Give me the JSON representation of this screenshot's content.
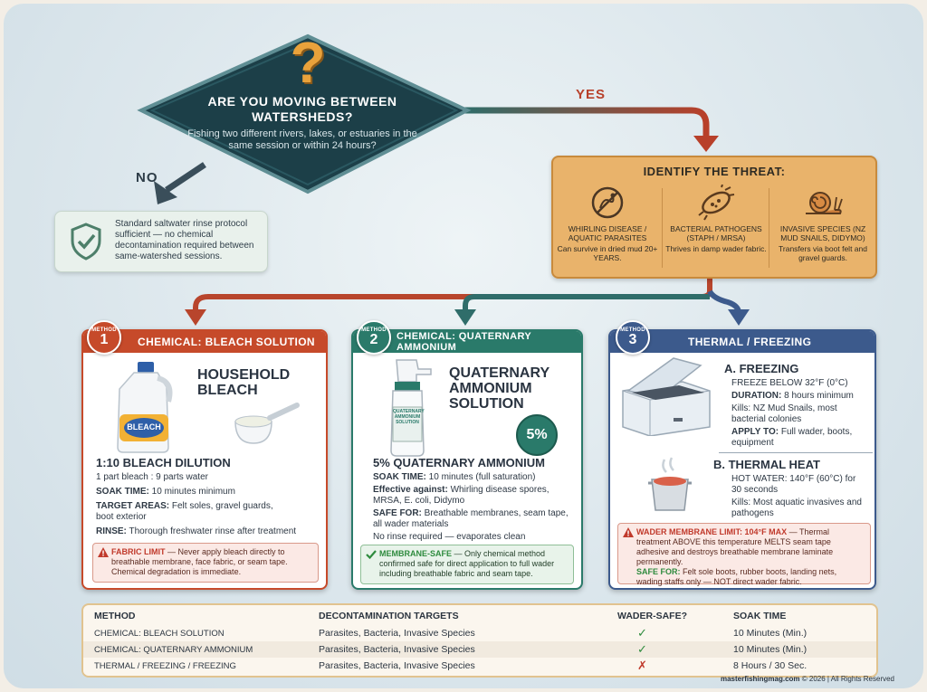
{
  "decision": {
    "symbol": "?",
    "title": "ARE YOU MOVING BETWEEN WATERSHEDS?",
    "subtitle": "Fishing two different rivers, lakes, or estuaries in the same session or within 24 hours?",
    "yes_label": "YES",
    "no_label": "NO"
  },
  "no_result": {
    "icon": "shield-check-icon",
    "text": "Standard saltwater rinse protocol sufficient — no chemical decontamination required between same-watershed sessions."
  },
  "threat": {
    "title": "IDENTIFY THE THREAT:",
    "items": [
      {
        "icon": "no-parasite-icon",
        "name": "WHIRLING DISEASE / AQUATIC PARASITES",
        "desc": "Can survive in dried mud 20+ YEARS."
      },
      {
        "icon": "bacteria-icon",
        "name": "BACTERIAL PATHOGENS (STAPH / MRSA)",
        "desc": "Thrives in damp wader fabric."
      },
      {
        "icon": "snail-icon",
        "name": "INVASIVE SPECIES (NZ MUD SNAILS, DIDYMO)",
        "desc": "Transfers via boot felt and gravel guards."
      }
    ]
  },
  "methods": [
    {
      "badge_label": "METHOD",
      "number": "1",
      "header": "CHEMICAL: BLEACH SOLUTION",
      "color": "#c64a2a",
      "product": "HOUSEHOLD BLEACH",
      "bottle_label": "BLEACH",
      "dilution_title": "1:10 BLEACH DILUTION",
      "ratio": "1 part bleach : 9 parts water",
      "soak_key": "SOAK TIME:",
      "soak_val": "10 minutes minimum",
      "target_key": "TARGET AREAS:",
      "target_val": "Felt soles, gravel guards, boot exterior",
      "rinse_key": "RINSE:",
      "rinse_val": "Thorough freshwater rinse after treatment",
      "warn_key": "FABRIC LIMIT",
      "warn_text": " — Never apply bleach directly to breathable membrane, face fabric, or seam tape. Chemical degradation is immediate."
    },
    {
      "badge_label": "METHOD",
      "number": "2",
      "header": "CHEMICAL: QUATERNARY AMMONIUM",
      "color": "#2a7a6a",
      "product": "QUATERNARY AMMONIUM SOLUTION",
      "bottle_label": "QUATERNARY AMMONIUM SOLUTION",
      "percent": "5%",
      "dilution_title": "5% QUATERNARY AMMONIUM",
      "soak_key": "SOAK TIME:",
      "soak_val": "10 minutes (full saturation)",
      "effective_key": "Effective against:",
      "effective_val": "Whirling disease spores, MRSA, E. coli, Didymo",
      "safe_key": "SAFE FOR:",
      "safe_val": "Breathable membranes, seam tape, all wader materials",
      "norinse": "No rinse required — evaporates clean",
      "ok_key": "MEMBRANE-SAFE",
      "ok_text": " — Only chemical method confirmed safe for direct application to full wader including breathable fabric and seam tape."
    },
    {
      "badge_label": "METHOD",
      "number": "3",
      "header": "THERMAL / FREEZING",
      "color": "#3c5a8c",
      "a_title": "A. FREEZING",
      "a_lines": [
        "FREEZE BELOW 32°F (0°C)"
      ],
      "a_dur_key": "DURATION:",
      "a_dur_val": "8 hours minimum",
      "a_kills": "Kills: NZ Mud Snails, most bacterial colonies",
      "a_apply_key": "APPLY TO:",
      "a_apply_val": "Full wader, boots, equipment",
      "b_title": "B. THERMAL HEAT",
      "b_hot": "HOT WATER: 140°F (60°C) for 30 seconds",
      "b_kills": "Kills: Most aquatic invasives and pathogens",
      "warn_key": "WADER MEMBRANE LIMIT: 104°F MAX",
      "warn_text": " — Thermal treatment ABOVE this temperature MELTS seam tape adhesive and destroys breathable membrane laminate permanently.",
      "safe_key": "SAFE FOR:",
      "safe_text": " Felt sole boots, rubber boots, landing nets, wading staffs only — NOT direct wader fabric."
    }
  ],
  "table": {
    "headers": [
      "METHOD",
      "DECONTAMINATION TARGETS",
      "WADER-SAFE?",
      "SOAK TIME"
    ],
    "rows": [
      {
        "method": "CHEMICAL: BLEACH SOLUTION",
        "targets": "Parasites, Bacteria, Invasive Species",
        "safe": "✓",
        "safe_color": "#2e8b3e",
        "soak": "10 Minutes (Min.)"
      },
      {
        "method": "CHEMICAL: QUATERNARY AMMONIUM",
        "targets": "Parasites, Bacteria, Invasive Species",
        "safe": "✓",
        "safe_color": "#2e8b3e",
        "soak": "10 Minutes (Min.)"
      },
      {
        "method": "THERMAL / FREEZING / FREEZING",
        "targets": "Parasites, Bacteria, Invasive Species",
        "safe": "✗",
        "safe_color": "#c0392b",
        "soak": "8 Hours / 30 Sec."
      }
    ]
  },
  "footer": {
    "site": "masterfishingmag.com",
    "rest": " © 2026 | All Rights Reserved"
  },
  "colors": {
    "teal_dark": "#1f4a52",
    "orange": "#e9b36b",
    "red": "#c64a2a",
    "green": "#2a7a6a",
    "blue": "#3c5a8c"
  }
}
